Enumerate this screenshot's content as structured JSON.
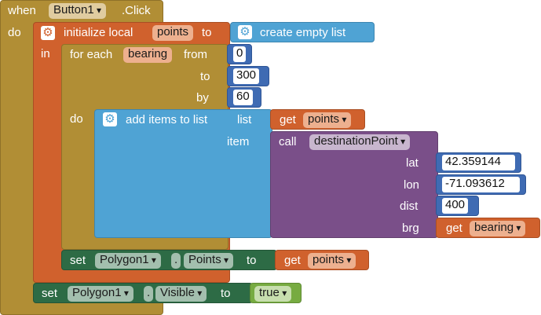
{
  "event": {
    "when_label": "when",
    "component": "Button1",
    "event_suffix": ".Click",
    "do_label": "do"
  },
  "init_local": {
    "label": "initialize local",
    "var_name": "points",
    "to_label": "to",
    "in_label": "in",
    "value_label": "create empty list"
  },
  "foreach": {
    "label": "for each",
    "var_name": "bearing",
    "from_label": "from",
    "from_value": "0",
    "to_label": "to",
    "to_value": "300",
    "by_label": "by",
    "by_value": "60",
    "do_label": "do"
  },
  "add_items": {
    "label": "add items to list",
    "list_label": "list",
    "item_label": "item",
    "get_label": "get",
    "get_var": "points"
  },
  "call": {
    "call_label": "call",
    "procedure": "destinationPoint",
    "lat_label": "lat",
    "lat_value": "42.359144",
    "lon_label": "lon",
    "lon_value": "-71.093612",
    "dist_label": "dist",
    "dist_value": "400",
    "brg_label": "brg",
    "brg_get_label": "get",
    "brg_get_var": "bearing"
  },
  "set_points": {
    "set_label": "set",
    "component": "Polygon1",
    "dot": ".",
    "property": "Points",
    "to_label": "to",
    "get_label": "get",
    "get_var": "points"
  },
  "set_visible": {
    "set_label": "set",
    "component": "Polygon1",
    "dot": ".",
    "property": "Visible",
    "to_label": "to",
    "value": "true"
  },
  "colors": {
    "event": "#B18E35",
    "local": "#D0612D",
    "list": "#4FA3D4",
    "procedure": "#7A4F89",
    "math": "#3F6BB3",
    "logic": "#77AB41",
    "setter": "#2D6B45"
  }
}
